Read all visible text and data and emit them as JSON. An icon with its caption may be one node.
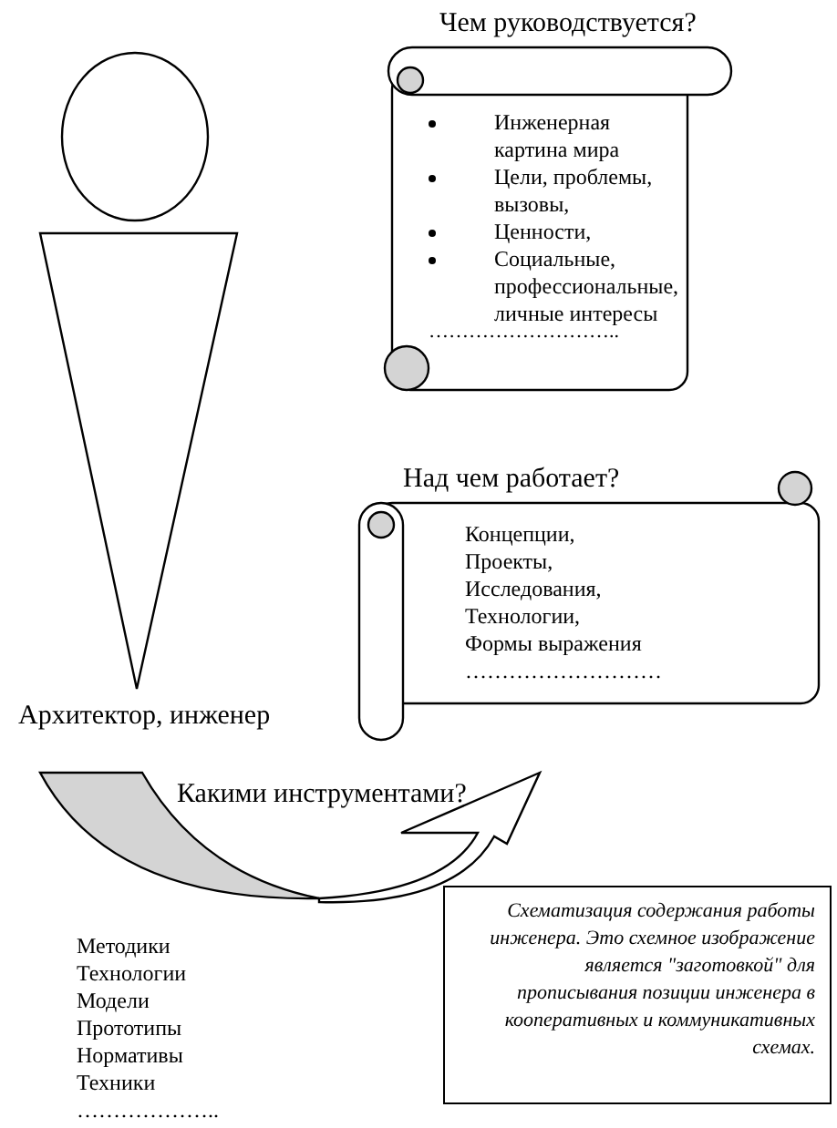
{
  "diagram": {
    "nodes": [
      {
        "text": [
          "Архитектор, инженер"
        ]
      },
      {
        "text": [
          "Чем руководствуется?",
          "Инженерная картина мира",
          "Цели, проблемы, вызовы,",
          "Ценности,",
          "Социальные, профессиональные, личные интересы",
          "……………………….."
        ]
      },
      {
        "text": [
          "Над чем работает?",
          "Концепции,",
          "Проекты,",
          "Исследования,",
          "Технологии,",
          "Формы выражения",
          "………………………"
        ]
      },
      {
        "text": [
          "Какими инструментами?"
        ]
      },
      {
        "text": [
          "Схематизация содержания работы инженера. Это схемное изображение является \"заготовкой\" для прописывания позиции инженера в кооперативных и коммуникативных схемах."
        ]
      }
    ],
    "edges": [],
    "labels": [
      "Методики",
      "Технологии",
      "Модели",
      "Прототипы",
      "Нормативы",
      "Техники",
      "……………….."
    ]
  }
}
